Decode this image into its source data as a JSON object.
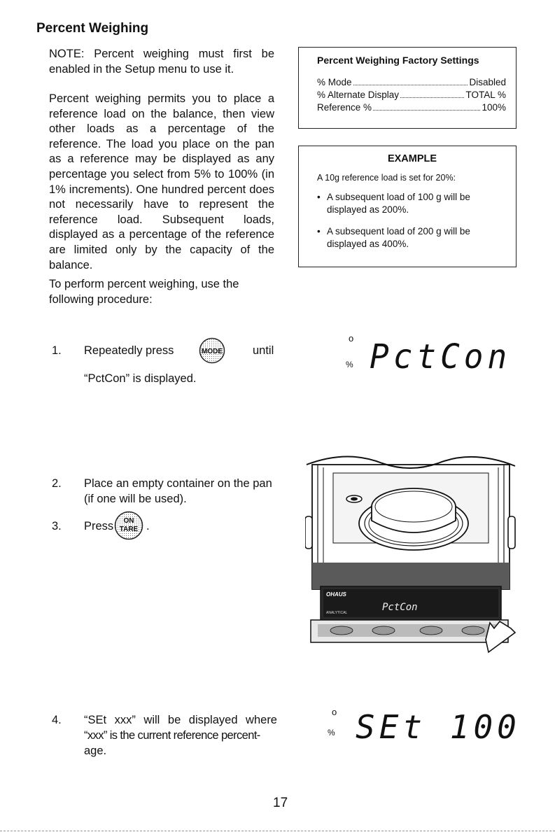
{
  "page": {
    "title": "Percent Weighing",
    "note": "NOTE: Percent weighing must first be enabled in the Setup menu to use it.",
    "intro": "Percent weighing permits you to place a reference load on the balance, then view other loads as a percentage of the reference. The load you place on the pan as a reference may be displayed as any percentage you select from 5% to 100% (in 1% increments). One hundred percent does not necessarily have to represent the reference load. Subsequent loads, displayed as a percentage of the reference are limited only by the capacity of the balance.",
    "procedure_intro": "To perform percent weighing, use the following procedure:",
    "page_number": "17"
  },
  "factory_settings": {
    "title": "Percent Weighing Factory Settings",
    "rows": [
      {
        "label": "% Mode",
        "value": "Disabled"
      },
      {
        "label": "% Alternate Display",
        "value": "TOTAL %"
      },
      {
        "label": "Reference %",
        "value": "100%"
      }
    ]
  },
  "example": {
    "title": "EXAMPLE",
    "intro": "A 10g reference load is set for 20%:",
    "bullets": [
      "A subsequent load of 100 g will be displayed as 200%.",
      "A subsequent load of 200 g will be displayed as 400%."
    ]
  },
  "steps": [
    {
      "num": "1.",
      "text_before": "Repeatedly press",
      "button": "MODE",
      "text_after": "until",
      "line2": "“PctCon” is displayed."
    },
    {
      "num": "2.",
      "line1": "Place an empty container on the pan",
      "line2": "(if one will be used)."
    },
    {
      "num": "3.",
      "text_before": "Press",
      "button_top": "ON",
      "button_bottom": "TARE",
      "text_after": "."
    },
    {
      "num": "4.",
      "line1": "“SEt xxx” will be displayed where",
      "line2": "“xxx” is the current reference percent-",
      "line3": "age."
    }
  ],
  "displays": {
    "pctcon": {
      "indicator_top": "o",
      "indicator_bottom": "%",
      "text": "PctCon"
    },
    "set": {
      "indicator_top": "o",
      "indicator_bottom": "%",
      "text": "SEt 100"
    }
  },
  "balance": {
    "brand": "OHAUS",
    "subtitle": "ANALYTICAL",
    "readout": "PctCon"
  }
}
